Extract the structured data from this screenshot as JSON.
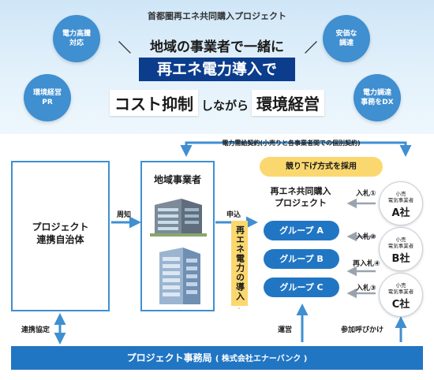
{
  "banner": {
    "subtitle": "首都圏再エネ共同購入プロジェクト",
    "headline_line1": "地域の事業者で一緒に",
    "headline_line2": "再エネ電力導入で",
    "headline_line3_box1": "コスト抑制",
    "headline_line3_plain": "しながら",
    "headline_line3_box2": "環境経営",
    "slash_left": "＼",
    "slash_right": "／",
    "benefits": [
      "電力高騰\n対応",
      "安価な\n調達",
      "環境経営\nPR",
      "電力調達\n事務をDX"
    ]
  },
  "diagram": {
    "contract_label": "電力需給契約(小売りと各事業者間での個別契約)",
    "municipality": "プロジェクト\n連携自治体",
    "business": "地域事業者",
    "project_title": "再エネ共同購入\nプロジェクト",
    "bid_method": "競り下げ方式を採用",
    "renewable_intro": "再エネ電力の導入",
    "groups": [
      "グループ A",
      "グループ B",
      "グループ C"
    ],
    "retailers": [
      {
        "label": "小売\n電気事業者",
        "name": "A社"
      },
      {
        "label": "小売\n電気事業者",
        "name": "B社"
      },
      {
        "label": "小売\n電気事業者",
        "name": "C社"
      }
    ],
    "bids": [
      "入札①",
      "入札②",
      "再入札④",
      "入札③"
    ],
    "flow_labels": {
      "notice": "周知",
      "apply": "申込",
      "cooperation": "連携協定",
      "operation": "運営",
      "invitation": "参加呼びかけ"
    },
    "office": "プロジェクト事務局",
    "office_sub": "( 株式会社エナーバンク )"
  },
  "colors": {
    "primary_blue": "#2176c4",
    "dark_navy": "#0b3d8c",
    "light_blue": "#3f8fd1",
    "yellow": "#fbd86f"
  }
}
